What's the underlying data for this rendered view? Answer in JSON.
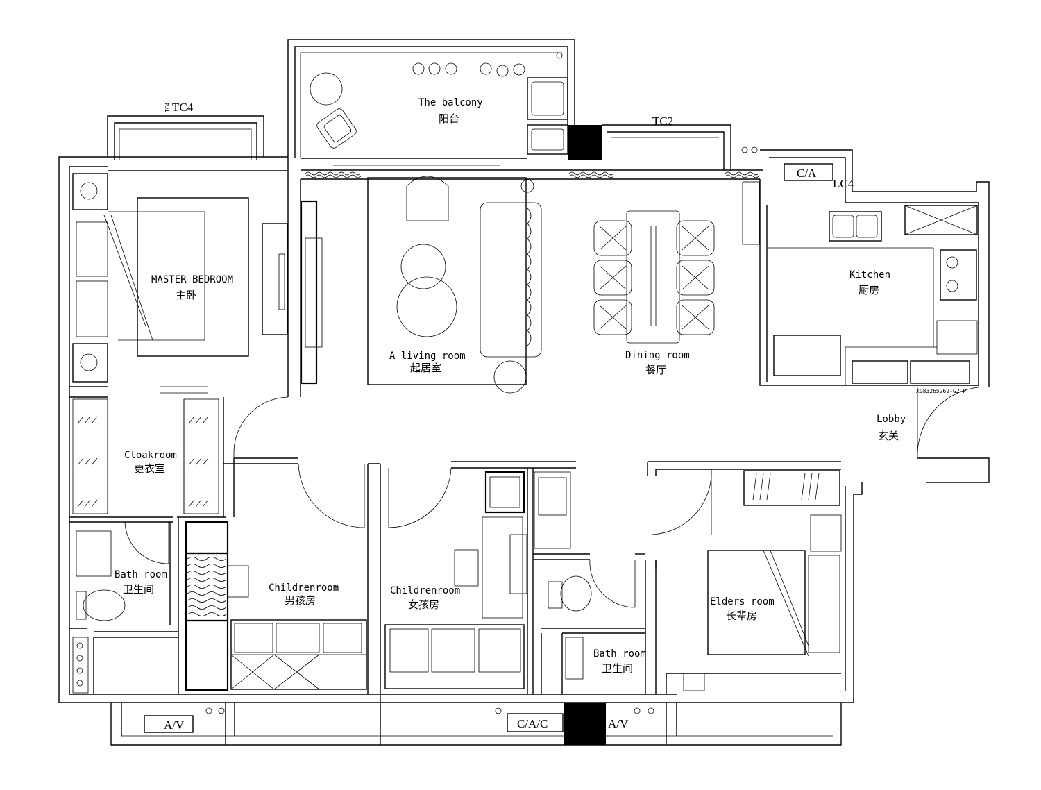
{
  "rooms": {
    "balcony": {
      "en": "The balcony",
      "cn": "阳台"
    },
    "master_bedroom": {
      "en": "MASTER BEDROOM",
      "cn": "主卧"
    },
    "living_room": {
      "en": "A living room",
      "cn": "起居室"
    },
    "dining_room": {
      "en": "Dining room",
      "cn": "餐厅"
    },
    "kitchen": {
      "en": "Kitchen",
      "cn": "厨房"
    },
    "lobby": {
      "en": "Lobby",
      "cn": "玄关"
    },
    "cloakroom": {
      "en": "Cloakroom",
      "cn": "更衣室"
    },
    "bath_left": {
      "en": "Bath room",
      "cn": "卫生间"
    },
    "children_boy": {
      "en": "Childrenroom",
      "cn": "男孩房"
    },
    "children_girl": {
      "en": "Childrenroom",
      "cn": "女孩房"
    },
    "bath_center": {
      "en": "Bath room",
      "cn": "卫生间"
    },
    "elders_room": {
      "en": "Elders room",
      "cn": "长辈房"
    }
  },
  "tags": {
    "tc4": "TC4",
    "tc4_small": "TC4",
    "tc2": "TC2",
    "lc4": "LC4",
    "ac_top": "C/A",
    "ac_bottom_left": "A/V",
    "ac_bottom_center": "C/A/C",
    "ac_bottom_right": "A/V",
    "cabinet_code": "XG83265262-G2-P"
  },
  "colors": {
    "line": "#000000",
    "background": "#ffffff",
    "column": "#000000"
  }
}
